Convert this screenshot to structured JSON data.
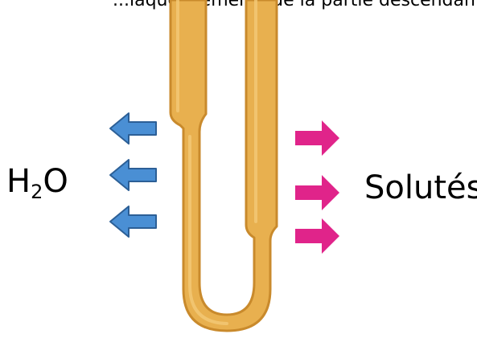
{
  "caption": "...iaque éléments de la partie descendante",
  "labels": {
    "water_main": "H",
    "water_sub": "2",
    "water_end": "O",
    "solutes": "Solutés"
  },
  "colors": {
    "tube_fill": "#E8B04F",
    "tube_outline": "#C98A2C",
    "water_arrow": "#4A8FD4",
    "water_arrow_outline": "#2C5F96",
    "solute_arrow": "#E0248A"
  },
  "icons": {
    "water_arrow": "arrow-left-icon",
    "solute_arrow": "arrow-right-icon"
  }
}
